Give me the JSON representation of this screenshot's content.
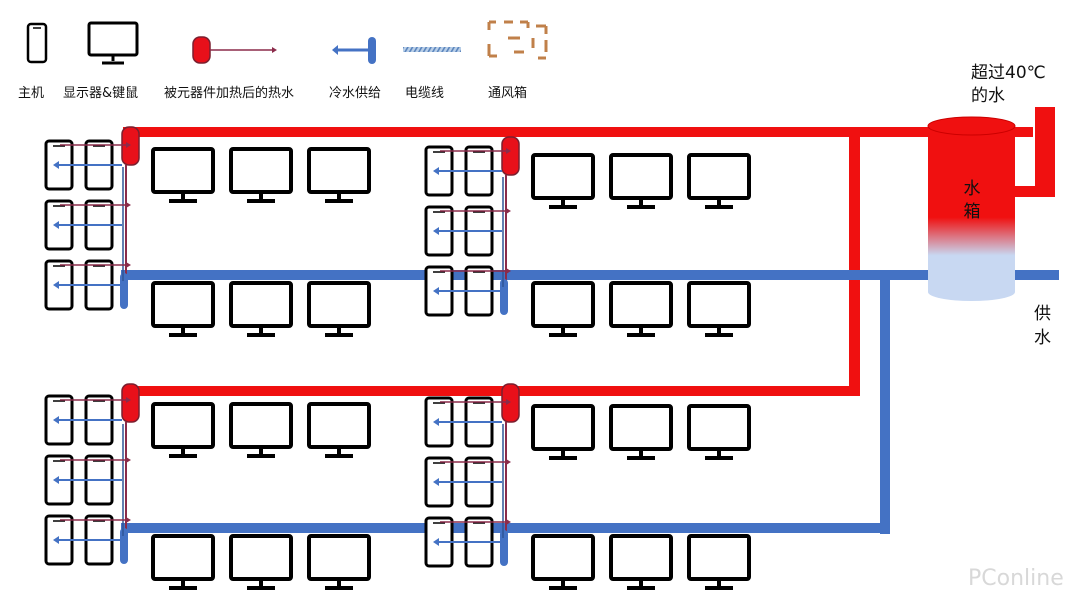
{
  "legend": {
    "host_label": "主机",
    "monitor_label": "显示器&键鼠",
    "hot_water_label": "被元器件加热后的热水",
    "cold_water_label": "冷水供给",
    "cable_label": "电缆线",
    "air_box_label": "通风箱"
  },
  "tank": {
    "label_line1": "水",
    "label_line2": "箱"
  },
  "notes": {
    "over_temp_line1": "超过40℃",
    "over_temp_line2": "的水",
    "supply_line1": "供",
    "supply_line2": "水"
  },
  "watermark": {
    "text": "PConline"
  },
  "colors": {
    "hot_pipe": "#f01010",
    "cold_pipe": "#4472c4",
    "hot_thin": "#8b2b4a",
    "cold_thin": "#2f5597",
    "cable": "#8fb4d9",
    "air_box": "#c0804a",
    "device": "#000000"
  }
}
